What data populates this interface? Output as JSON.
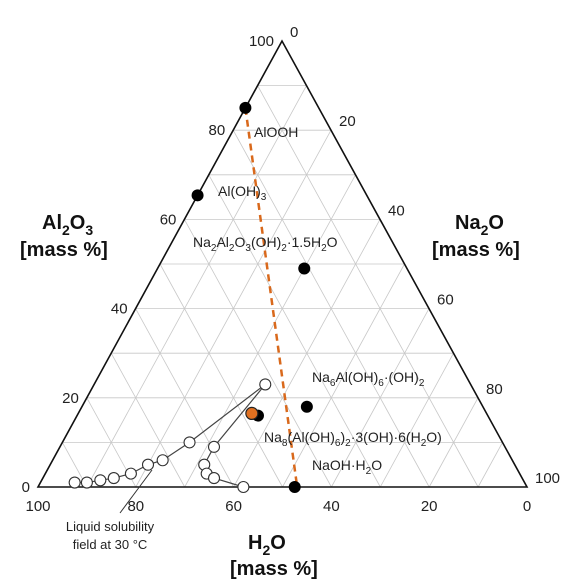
{
  "diagram": {
    "axes": {
      "al2o3": {
        "title_main": "Al",
        "title_sub1": "2",
        "title_mid": "O",
        "title_sub2": "3",
        "title_unit": "[mass %]",
        "ticks": [
          "0",
          "20",
          "40",
          "60",
          "80",
          "100"
        ]
      },
      "na2o": {
        "title_main": "Na",
        "title_sub1": "2",
        "title_mid": "O",
        "title_unit": "[mass %]",
        "ticks": [
          "0",
          "20",
          "40",
          "60",
          "80",
          "100"
        ]
      },
      "h2o": {
        "title_main": "H",
        "title_sub1": "2",
        "title_mid": "O",
        "title_unit": "[mass %]",
        "ticks": [
          "100",
          "80",
          "60",
          "40",
          "20",
          "0"
        ]
      }
    },
    "phases": [
      {
        "name": "AlOOH",
        "al2o3": 85,
        "na2o": 0,
        "h2o": 15
      },
      {
        "name": "Al(OH)3",
        "al2o3": 65.4,
        "na2o": 0,
        "h2o": 34.6
      },
      {
        "name": "Na2Al2O3(OH)2·1.5H2O",
        "al2o3": 49,
        "na2o": 30,
        "h2o": 21
      },
      {
        "name": "Na6Al(OH)6·(OH)2",
        "al2o3": 18,
        "na2o": 46,
        "h2o": 36
      },
      {
        "name": "Na8(Al(OH)6)2·3(OH)·6(H2O)",
        "al2o3": 16,
        "na2o": 37,
        "h2o": 47
      },
      {
        "name": "NaOH·H2O",
        "al2o3": 0,
        "na2o": 52.5,
        "h2o": 47.5
      }
    ],
    "highlight_point": {
      "al2o3": 16.5,
      "na2o": 35.5,
      "h2o": 48
    },
    "dashed_line": [
      {
        "al2o3": 85,
        "na2o": 0
      },
      {
        "al2o3": 0,
        "na2o": 53
      }
    ],
    "solubility_points": [
      {
        "al2o3": 1,
        "na2o": 7
      },
      {
        "al2o3": 1,
        "na2o": 9.5
      },
      {
        "al2o3": 1.5,
        "na2o": 12
      },
      {
        "al2o3": 2,
        "na2o": 14.5
      },
      {
        "al2o3": 3,
        "na2o": 17.5
      },
      {
        "al2o3": 5,
        "na2o": 20
      },
      {
        "al2o3": 6,
        "na2o": 22.5
      },
      {
        "al2o3": 10,
        "na2o": 26
      },
      {
        "al2o3": 23,
        "na2o": 35
      },
      {
        "al2o3": 9,
        "na2o": 31.5
      },
      {
        "al2o3": 5,
        "na2o": 31.5
      },
      {
        "al2o3": 3,
        "na2o": 33
      },
      {
        "al2o3": 2,
        "na2o": 35
      },
      {
        "al2o3": 0,
        "na2o": 42
      }
    ],
    "solubility_note_line1": "Liquid solubility",
    "solubility_note_line2": "field at 30 °C",
    "colors": {
      "dashed": "#d9691c",
      "highlight": "#e07020",
      "solid_point": "#000000",
      "open_point": "#ffffff",
      "grid": "#c8c8c8",
      "frame": "#111111"
    }
  }
}
